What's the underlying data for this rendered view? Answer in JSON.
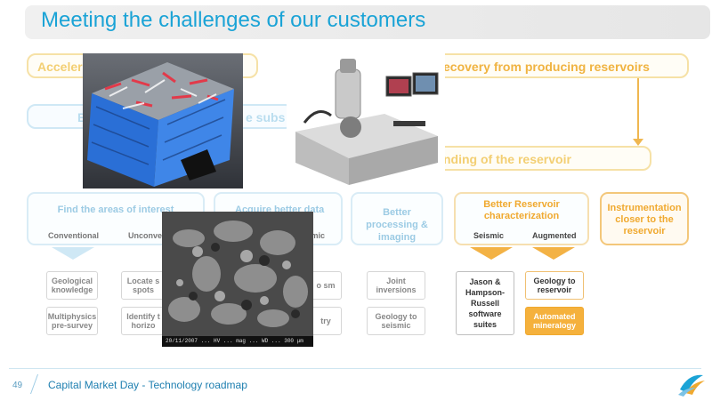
{
  "slide": {
    "title": "Meeting the challenges of our customers",
    "page_number": "49",
    "footer": "Capital Market Day - Technology roadmap"
  },
  "banners": {
    "left": "Acceler",
    "right": "ecovery from producing reservoirs",
    "left_sub_b": "B",
    "left_sub_right": "e subs",
    "understanding": "nding of the reservoir"
  },
  "cards": {
    "find_areas": {
      "title": "Find the areas of interest",
      "sub_left": "Conventional",
      "sub_right": "Unconve"
    },
    "acquire": {
      "title": "Acquire better data"
    },
    "seismic_mid": {
      "sub": "ismic"
    },
    "better_processing": {
      "title": "Better processing & imaging"
    },
    "better_reservoir": {
      "title": "Better Reservoir characterization",
      "sub_left": "Seismic",
      "sub_right": "Augmented"
    },
    "instrumentation": {
      "title": "Instrumentation closer to the reservoir"
    }
  },
  "boxes": {
    "geological_knowledge": "Geological knowledge",
    "multiphysics": "Multiphysics pre-survey",
    "locate": "Locate s spots",
    "identify": "Identify t horizo",
    "mid_top": "o sm",
    "mid_bottom": "try",
    "joint_inversions": "Joint inversions",
    "geology_to_seismic": "Geology to seismic",
    "jason": "Jason & Hampson-Russell software suites",
    "geology_to_reservoir": "Geology to reservoir",
    "automated_mineralogy": "Automated mineralogy"
  },
  "sem_caption": "20/11/2007  ...  HV  ...  mag  ...  WD  ...  300 μm",
  "colors": {
    "title_blue": "#1aa3d6",
    "accent_orange": "#f0a92f",
    "footer_blue": "#1e7fb0"
  }
}
